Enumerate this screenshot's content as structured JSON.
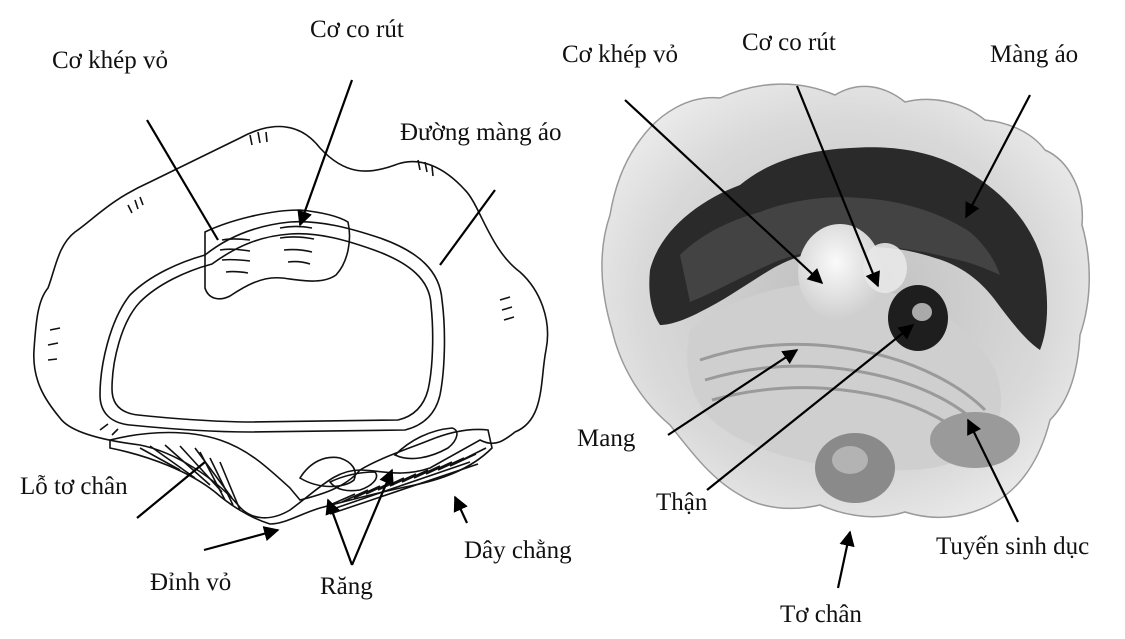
{
  "left_diagram": {
    "labels": {
      "adductor": "Cơ khép vỏ",
      "retractor": "Cơ co rút",
      "pallial_line": "Đường màng áo",
      "byssal_notch": "Lỗ tơ chân",
      "umbo": "Đỉnh vỏ",
      "teeth": "Răng",
      "ligament": "Dây chằng"
    }
  },
  "right_photo": {
    "labels": {
      "adductor": "Cơ khép vỏ",
      "retractor": "Cơ co rút",
      "mantle": "Màng áo",
      "gill": "Mang",
      "kidney": "Thận",
      "gonad": "Tuyến sinh dục",
      "byssus": "Tơ chân"
    }
  }
}
